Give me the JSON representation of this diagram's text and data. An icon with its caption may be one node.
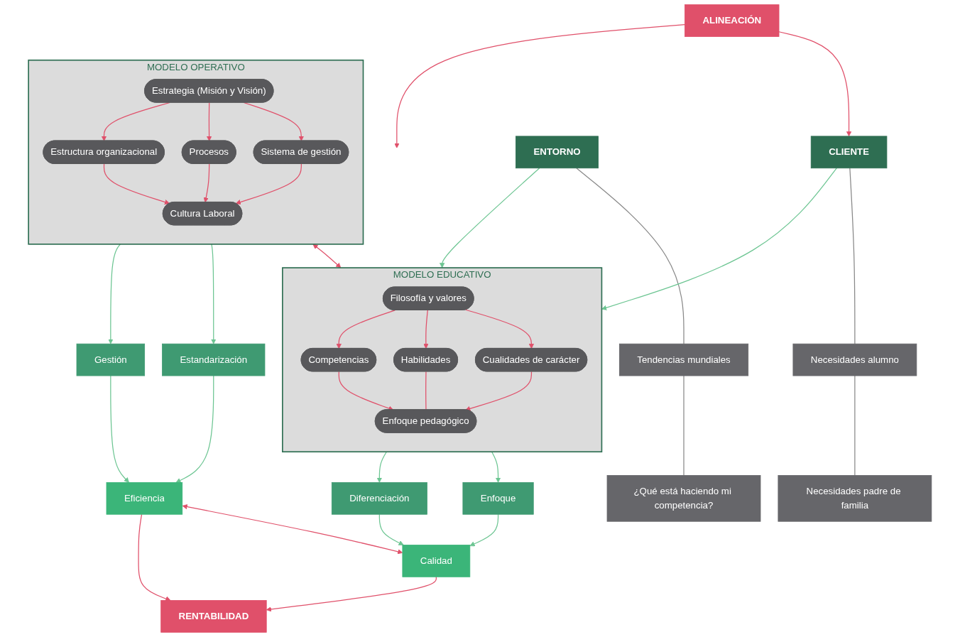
{
  "diagram": {
    "nodes": [
      {
        "text": [
          "ALINEACIÓN"
        ]
      },
      {
        "text": [
          "MODELO OPERATIVO"
        ]
      },
      {
        "text": [
          "Estrategia (Misión y Visión)"
        ],
        "in": 1
      },
      {
        "text": [
          "Estructura organizacional"
        ],
        "in": 1
      },
      {
        "text": [
          "Procesos"
        ],
        "in": 1
      },
      {
        "text": [
          "Sistema de gestión"
        ],
        "in": 1
      },
      {
        "text": [
          "Cultura Laboral"
        ],
        "in": 1
      },
      {
        "text": [
          "MODELO EDUCATIVO"
        ]
      },
      {
        "text": [
          "Filosofía y valores"
        ],
        "in": 7
      },
      {
        "text": [
          "Competencias"
        ],
        "in": 7
      },
      {
        "text": [
          "Habilidades"
        ],
        "in": 7
      },
      {
        "text": [
          "Cualidades de carácter"
        ],
        "in": 7
      },
      {
        "text": [
          "Enfoque pedagógico"
        ],
        "in": 7
      },
      {
        "text": [
          "CLIENTE"
        ]
      },
      {
        "text": [
          "Necesidades alumno"
        ]
      },
      {
        "text": [
          "Necesidades padre de familia"
        ]
      },
      {
        "text": [
          "ENTORNO"
        ]
      },
      {
        "text": [
          "Tendencias mundiales"
        ]
      },
      {
        "text": [
          "¿Qué está haciendo mi competencia?"
        ]
      },
      {
        "text": [
          "Estandarización"
        ]
      },
      {
        "text": [
          "Gestión"
        ]
      },
      {
        "text": [
          "Enfoque"
        ]
      },
      {
        "text": [
          "Diferenciación"
        ]
      },
      {
        "text": [
          "Eficiencia"
        ]
      },
      {
        "text": [
          "Calidad"
        ]
      },
      {
        "text": [
          "RENTABILIDAD"
        ]
      }
    ],
    "edges": [
      {
        "from": 0,
        "to": 13,
        "arrow": "to"
      },
      {
        "from": 1,
        "to": 7,
        "arrow": "both"
      },
      {
        "from": 0,
        "to": null,
        "arrow": "to"
      },
      {
        "from": 2,
        "to": 3,
        "arrow": "to"
      },
      {
        "from": 2,
        "to": 4,
        "arrow": "to"
      },
      {
        "from": 2,
        "to": 5,
        "arrow": "to"
      },
      {
        "from": 3,
        "to": 6,
        "arrow": "to"
      },
      {
        "from": 4,
        "to": 6,
        "arrow": "to"
      },
      {
        "from": 5,
        "to": 6,
        "arrow": "to"
      },
      {
        "from": 8,
        "to": 9,
        "arrow": "to"
      },
      {
        "from": 8,
        "to": 10,
        "arrow": "to"
      },
      {
        "from": 8,
        "to": 11,
        "arrow": "to"
      },
      {
        "from": 9,
        "to": 12,
        "arrow": "to"
      },
      {
        "from": 10,
        "to": 12,
        "arrow": "none"
      },
      {
        "from": 11,
        "to": 12,
        "arrow": "to"
      },
      {
        "from": 13,
        "to": 14,
        "arrow": "none",
        "color": "#888888"
      },
      {
        "from": 14,
        "to": 15,
        "arrow": "none",
        "color": "#888888"
      },
      {
        "from": 16,
        "to": 17,
        "arrow": "none",
        "color": "#888888"
      },
      {
        "from": 17,
        "to": 18,
        "arrow": "none",
        "color": "#888888"
      },
      {
        "from": 13,
        "to": 7,
        "arrow": "to",
        "color": "#6cc592"
      },
      {
        "from": 16,
        "to": 7,
        "arrow": "to",
        "color": "#6cc592"
      },
      {
        "from": 1,
        "to": 19,
        "arrow": "to",
        "color": "#6cc592"
      },
      {
        "from": 1,
        "to": 20,
        "arrow": "to",
        "color": "#6cc592"
      },
      {
        "from": 7,
        "to": 21,
        "arrow": "to",
        "color": "#6cc592"
      },
      {
        "from": 7,
        "to": 22,
        "arrow": "to",
        "color": "#6cc592"
      },
      {
        "from": 19,
        "to": 23,
        "arrow": "to",
        "color": "#6cc592"
      },
      {
        "from": 20,
        "to": 23,
        "arrow": "to",
        "color": "#6cc592"
      },
      {
        "from": 21,
        "to": 24,
        "arrow": "to",
        "color": "#6cc592"
      },
      {
        "from": 22,
        "to": 24,
        "arrow": "to",
        "color": "#6cc592"
      },
      {
        "from": 23,
        "to": 24,
        "arrow": "both"
      },
      {
        "from": 23,
        "to": 25,
        "arrow": "to"
      },
      {
        "from": 24,
        "to": 25,
        "arrow": "to"
      }
    ]
  }
}
